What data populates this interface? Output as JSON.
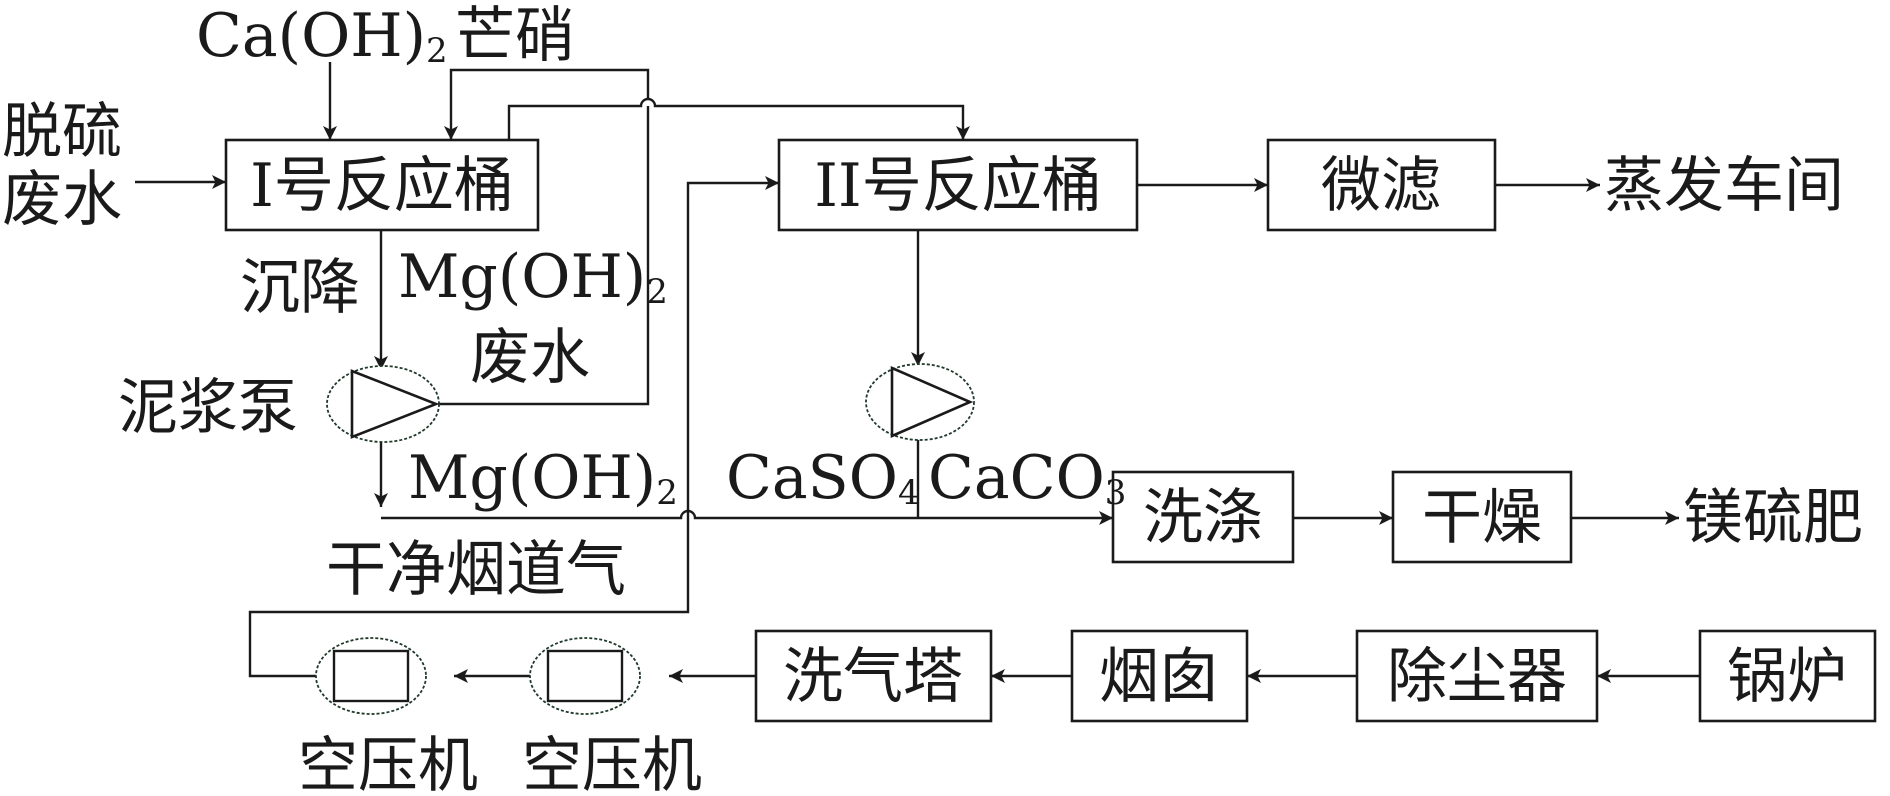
{
  "inputs": {
    "ca_oh2": "Ca(OH)2",
    "mangxiao": "芒硝",
    "desulfur_line1": "脱硫",
    "desulfur_line2": "废水"
  },
  "boxes": {
    "reactor1": "I号反应桶",
    "reactor2": "II号反应桶",
    "microfilter": "微滤",
    "wash": "洗涤",
    "dry": "干燥",
    "air_washer": "洗气塔",
    "chimney": "烟囱",
    "dust_remover": "除尘器",
    "boiler": "锅炉"
  },
  "labels": {
    "settle": "沉降",
    "mgoh2_top": "Mg(OH)2",
    "wastewater": "废水",
    "slurry_pump": "泥浆泵",
    "mgoh2_bottom": "Mg(OH)2",
    "caso4": "CaSO4",
    "caco3": "CaCO3",
    "clean_flue_gas": "干净烟道气",
    "compressor1": "空压机",
    "compressor2": "空压机"
  },
  "outputs": {
    "evaporation": "蒸发车间",
    "fertilizer": "镁硫肥"
  }
}
